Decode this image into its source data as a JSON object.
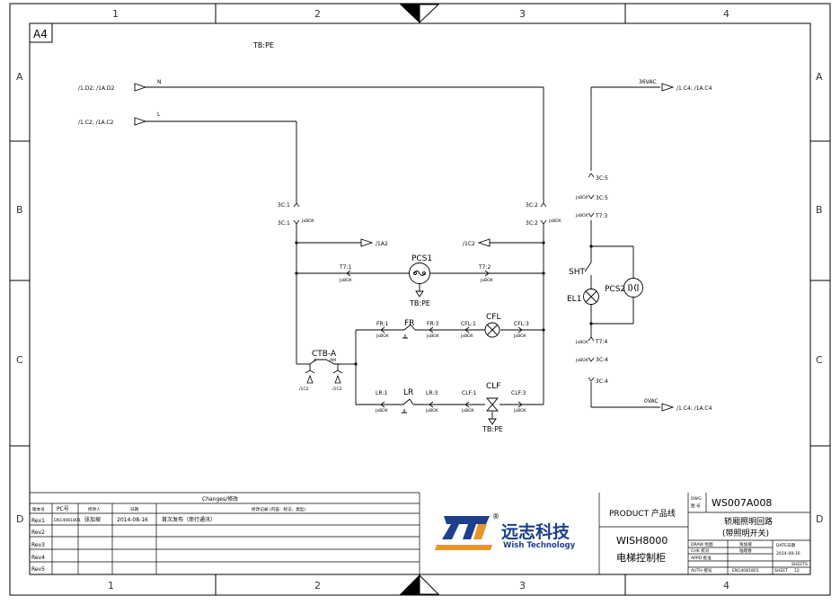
{
  "frame": {
    "columns": [
      "1",
      "2",
      "3",
      "4"
    ],
    "rows": [
      "A",
      "B",
      "C",
      "D"
    ],
    "sheet_size": "A4"
  },
  "schematic": {
    "tb_pe_top": "TB:PE",
    "inputs": {
      "n_ref": "/1.D2;  /1A.D2",
      "n_label": "N",
      "l_ref": "/1.C2;  /1A.C2",
      "l_label": "L",
      "vac36_label": "36VAC",
      "vac36_ref": "/1.C4;  /1A.C4",
      "vac0_label": "0VAC",
      "vac0_ref": "/1.C4;  /1A.C4"
    },
    "terminals": {
      "3c1_a": "3C:1",
      "3c1_b": "3C:1",
      "3c2_a": "3C:2",
      "3c2_b": "3C:2",
      "jxbox": "JxBOX",
      "t7_1": "T7:1",
      "t7_2": "T7:2",
      "fr_1": "FR:1",
      "fr_3": "FR:3",
      "cfl_1": "CFL:1",
      "cfl_3": "CFL:3",
      "lr_1": "LR:1",
      "lr_3": "LR:3",
      "clf_1": "CLF:1",
      "clf_3": "CLF:3",
      "3c5_a": "3C:5",
      "3c5_b": "3C:5",
      "t7_3": "T7:3",
      "t7_4": "T7:4",
      "3c4_a": "3C:4",
      "3c4_b": "3C:4"
    },
    "refs": {
      "out_l": "/1A2",
      "out_r": "/1C2",
      "ctb_ref1": "/1C2",
      "ctb_ref2": "/1C2"
    },
    "components": {
      "pcs1": "PCS1",
      "pcs1_pe": "TB:PE",
      "fr": "FR",
      "cfl": "CFL",
      "lr": "LR",
      "clf": "CLF",
      "clf_pe": "TB:PE",
      "ctb": "CTB-A",
      "ctb_a": "A",
      "ctb_am": "AM",
      "sht": "SHT",
      "el1": "EL1",
      "pcs2": "PCS2"
    }
  },
  "changes": {
    "title": "Changes/修改",
    "headers": [
      "版本号",
      "PC号",
      "修改人",
      "日期",
      "修改记录 (内容、标记、类型)"
    ],
    "rows": [
      {
        "rev": "Rev1",
        "pc": "EN14081801",
        "by": "张加坡",
        "date": "2014-08-16",
        "note": "首次发布（串行通讯）"
      },
      {
        "rev": "Rev2",
        "pc": "",
        "by": "",
        "date": "",
        "note": ""
      },
      {
        "rev": "Rev3",
        "pc": "",
        "by": "",
        "date": "",
        "note": ""
      },
      {
        "rev": "Rev4",
        "pc": "",
        "by": "",
        "date": "",
        "note": ""
      },
      {
        "rev": "Rev5",
        "pc": "",
        "by": "",
        "date": "",
        "note": ""
      }
    ]
  },
  "logo": {
    "registered": "®",
    "cn": "远志科技",
    "en": "Wish Technology",
    "color": "#1d3f8c",
    "accent": "#e8952a"
  },
  "title_block": {
    "product_label": "PRODUCT 产品线",
    "product_name": "WISH8000",
    "product_cn": "电梯控制柜",
    "dwg_label_en": "DWG",
    "dwg_label_cn": "图 号",
    "dwg_no": "WS007A008",
    "title_line1": "轿厢照明回路",
    "title_line2": "(带照明开关)",
    "draw_label": "DRAW 绘图",
    "draw_name": "张加坡",
    "chk_label": "CHK  校对",
    "chk_name": "陆晓春",
    "appd_label": "APPD 批准",
    "auth_label": "AUTH  授号",
    "auth_no": "EN14081801",
    "date_label": "DATE日期",
    "date": "2014-08-16",
    "sheets_label": "SHEETS",
    "sheet_label": "SHEET",
    "sheet_no": "12"
  }
}
